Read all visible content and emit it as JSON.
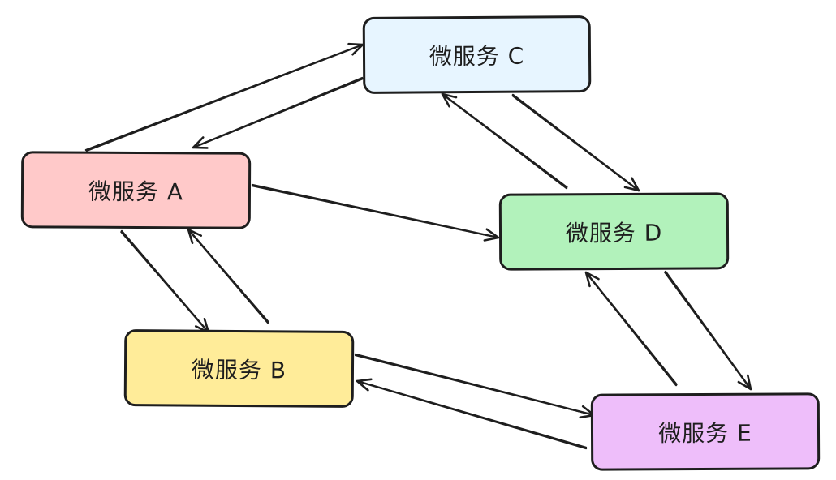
{
  "diagram": {
    "nodes": [
      {
        "id": "A",
        "label": "微服务 A",
        "color": "#ffc9c9"
      },
      {
        "id": "B",
        "label": "微服务 B",
        "color": "#ffec99"
      },
      {
        "id": "C",
        "label": "微服务 C",
        "color": "#e7f5ff"
      },
      {
        "id": "D",
        "label": "微服务 D",
        "color": "#b2f2bb"
      },
      {
        "id": "E",
        "label": "微服务 E",
        "color": "#eebefa"
      }
    ],
    "edges": [
      {
        "from": "A",
        "to": "C"
      },
      {
        "from": "C",
        "to": "A"
      },
      {
        "from": "A",
        "to": "D"
      },
      {
        "from": "A",
        "to": "B"
      },
      {
        "from": "B",
        "to": "A"
      },
      {
        "from": "C",
        "to": "D"
      },
      {
        "from": "D",
        "to": "C"
      },
      {
        "from": "B",
        "to": "E"
      },
      {
        "from": "E",
        "to": "B"
      },
      {
        "from": "D",
        "to": "E"
      },
      {
        "from": "E",
        "to": "D"
      }
    ],
    "stroke_color": "#1e1e1e"
  }
}
